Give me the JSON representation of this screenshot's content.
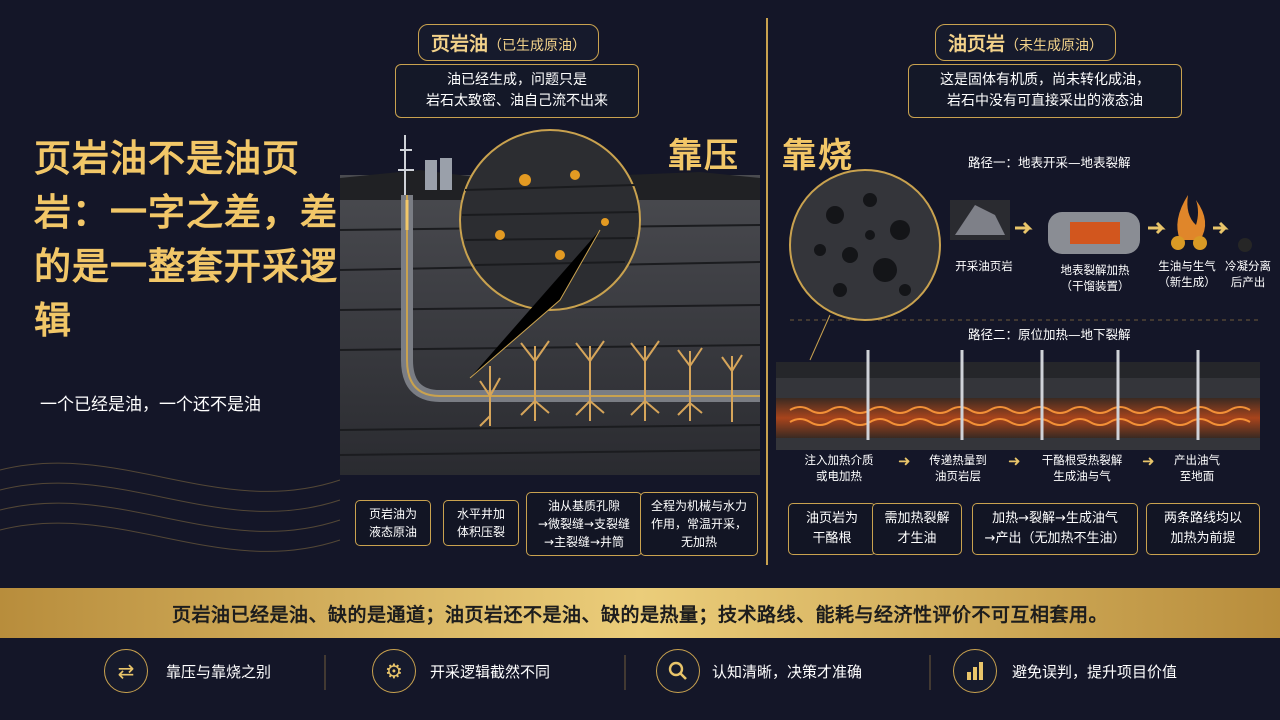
{
  "main_title": "页岩油不是油页岩：一字之差，差的是一整套开采逻辑",
  "subtitle": "一个已经是油，一个还不是油",
  "left": {
    "header_main": "页岩油",
    "header_sub": "（已生成原油）",
    "callout_line1": "油已经生成，问题只是",
    "callout_line2": "岩石太致密、油自己流不出来",
    "keyword": "靠压",
    "notes": [
      {
        "line1": "页岩油为",
        "line2": "液态原油",
        "line3": ""
      },
      {
        "line1": "水平井加",
        "line2": "体积压裂",
        "line3": ""
      },
      {
        "line1": "油从基质孔隙",
        "line2": "→微裂缝→支裂缝",
        "line3": "→主裂缝→井筒"
      },
      {
        "line1": "全程为机械与水力",
        "line2": "作用，常温开采，",
        "line3": "无加热"
      }
    ]
  },
  "right": {
    "header_main": "油页岩",
    "header_sub": "（未生成原油）",
    "callout_line1": "这是固体有机质，尚未转化成油，",
    "callout_line2": "岩石中没有可直接采出的液态油",
    "keyword": "靠烧",
    "route1_title": "路径一：地表开采—地表裂解",
    "route1_steps": [
      {
        "line1": "开采油页岩",
        "line2": ""
      },
      {
        "line1": "地表裂解加热",
        "line2": "（干馏装置）"
      },
      {
        "line1": "生油与生气",
        "line2": "（新生成）"
      },
      {
        "line1": "冷凝分离",
        "line2": "后产出"
      }
    ],
    "route2_title": "路径二：原位加热—地下裂解",
    "route2_steps": [
      {
        "line1": "注入加热介质",
        "line2": "或电加热"
      },
      {
        "line1": "传递热量到",
        "line2": "油页岩层"
      },
      {
        "line1": "干酪根受热裂解",
        "line2": "生成油与气"
      },
      {
        "line1": "产出油气",
        "line2": "至地面"
      }
    ],
    "boxes": [
      {
        "line1": "油页岩为",
        "line2": "干酪根"
      },
      {
        "line1": "需加热裂解",
        "line2": "才生油"
      },
      {
        "line1": "加热→裂解→生成油气",
        "line2": "→产出（无加热不生油）"
      },
      {
        "line1": "两条路线均以",
        "line2": "加热为前提"
      }
    ]
  },
  "banner": "页岩油已经是油、缺的是通道；油页岩还不是油、缺的是热量；技术路线、能耗与经济性评价不可互相套用。",
  "features": [
    {
      "icon": "swap-arrows-icon",
      "label": "靠压与靠烧之别"
    },
    {
      "icon": "gear-icon",
      "label": "开采逻辑截然不同"
    },
    {
      "icon": "magnifier-icon",
      "label": "认知清晰，决策才准确"
    },
    {
      "icon": "bar-chart-icon",
      "label": "避免误判，提升项目价值"
    }
  ],
  "colors": {
    "background": "#141628",
    "gold": "#e9c56a",
    "banner": "#d9b563",
    "rock": "#3a3b3f",
    "heat": "#e0642a"
  }
}
